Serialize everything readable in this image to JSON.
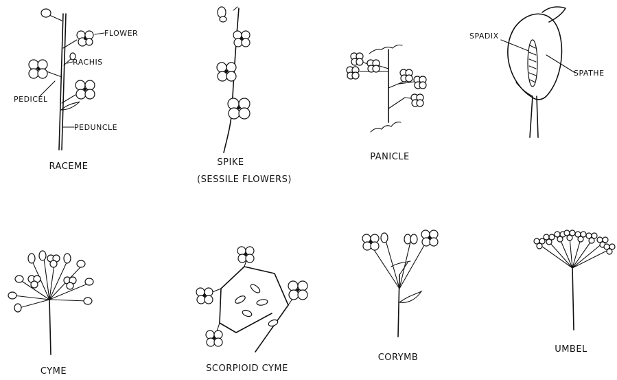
{
  "diagrams": {
    "raceme": {
      "caption": "Raceme",
      "labels": {
        "flower": "Flower",
        "rachis": "Rachis",
        "pedicel": "Pedicel",
        "peduncle": "Peduncle"
      }
    },
    "spike": {
      "caption": "Spike",
      "subcaption": "(Sessile flowers)"
    },
    "panicle": {
      "caption": "Panicle"
    },
    "spadix": {
      "caption": "",
      "labels": {
        "spadix": "Spadix",
        "spathe": "Spathe"
      }
    },
    "cyme": {
      "caption": "Cyme"
    },
    "scorpioid_cyme": {
      "caption": "Scorpioid cyme"
    },
    "corymb": {
      "caption": "Corymb"
    },
    "umbel": {
      "caption": "Umbel"
    }
  }
}
